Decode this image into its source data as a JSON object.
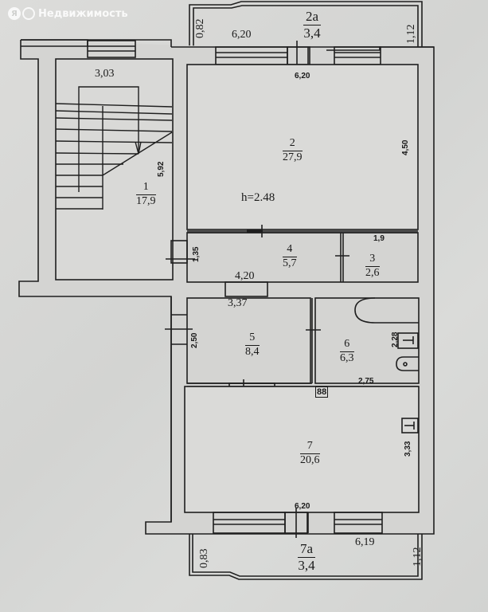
{
  "watermark": {
    "logo_letter": "Я",
    "brand_text": "Недвижимость"
  },
  "plan": {
    "ceiling_height": "h=2.48",
    "meter_symbol": "88",
    "rooms": [
      {
        "id": "1",
        "area": "17,9"
      },
      {
        "id": "2",
        "area": "27,9"
      },
      {
        "id": "2a",
        "area": "3,4"
      },
      {
        "id": "3",
        "area": "2,6"
      },
      {
        "id": "4",
        "area": "5,7"
      },
      {
        "id": "5",
        "area": "8,4"
      },
      {
        "id": "6",
        "area": "6,3"
      },
      {
        "id": "7",
        "area": "20,6"
      },
      {
        "id": "7a",
        "area": "3,4"
      }
    ],
    "dimensions": {
      "balcony_top_left": "0,82",
      "balcony_top_length": "6,20",
      "balcony_top_right": "1,12",
      "room2_width": "6,20",
      "room2_height": "4,50",
      "stair_width": "3,03",
      "stair_length": "5,92",
      "corridor_1_35": "1,35",
      "room4_length": "4,20",
      "room3_width": "1,9",
      "room5_width": "3,37",
      "room5_height": "2,50",
      "room6_height": "2,28",
      "room6_width": "2,75",
      "room7_height": "3,33",
      "room7_width": "6,20",
      "balcony_bottom_length": "6,19",
      "balcony_bottom_left": "0,83",
      "balcony_bottom_right": "1,12"
    }
  },
  "colors": {
    "paper": "#d9d9d7",
    "wall_fill": "#d4d4d2",
    "line": "#1f1f1f"
  }
}
